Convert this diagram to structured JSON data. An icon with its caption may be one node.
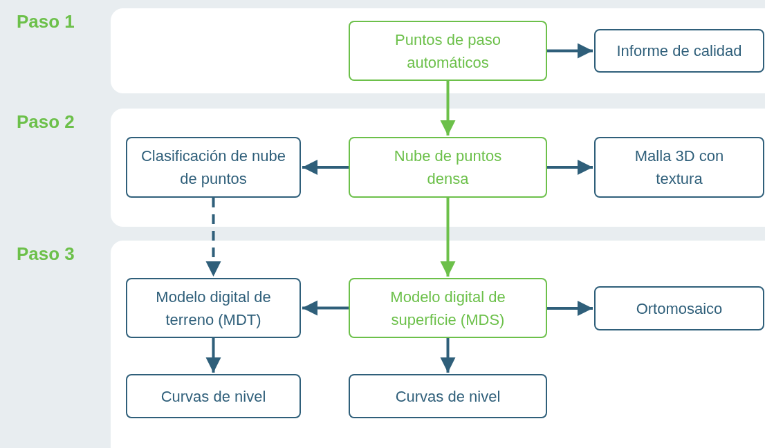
{
  "diagram": {
    "nodes": [
      {
        "text": [
          "Paso 1"
        ]
      },
      {
        "text": [
          "Puntos de paso automáticos"
        ],
        "in": 0
      },
      {
        "text": [
          "Informe de calidad"
        ],
        "in": 0
      },
      {
        "text": [
          "Paso 2"
        ]
      },
      {
        "text": [
          "Clasificación de nube de puntos"
        ],
        "in": 3
      },
      {
        "text": [
          "Nube de puntos densa"
        ],
        "in": 3
      },
      {
        "text": [
          "Malla 3D con textura"
        ],
        "in": 3
      },
      {
        "text": [
          "Paso 3"
        ]
      },
      {
        "text": [
          "Modelo digital de terreno (MDT)"
        ],
        "in": 7
      },
      {
        "text": [
          "Modelo digital de superficie (MDS)"
        ],
        "in": 7
      },
      {
        "text": [
          "Ortomosaico"
        ],
        "in": 7
      },
      {
        "text": [
          "Curvas de nivel"
        ],
        "in": 7
      },
      {
        "text": [
          "Curvas de nivel"
        ],
        "in": 7
      }
    ],
    "edges": [
      {
        "from": 1,
        "to": 2,
        "arrow": "to"
      },
      {
        "from": 1,
        "to": 5,
        "arrow": "to",
        "color": "#6cc04a"
      },
      {
        "from": 5,
        "to": 4,
        "arrow": "to"
      },
      {
        "from": 5,
        "to": 6,
        "arrow": "to"
      },
      {
        "from": 4,
        "to": 8,
        "arrow": "to",
        "style": "dashed"
      },
      {
        "from": 5,
        "to": 9,
        "arrow": "to",
        "color": "#6cc04a"
      },
      {
        "from": 9,
        "to": 8,
        "arrow": "to"
      },
      {
        "from": 9,
        "to": 10,
        "arrow": "to"
      },
      {
        "from": 8,
        "to": 11,
        "arrow": "to"
      },
      {
        "from": 9,
        "to": 12,
        "arrow": "to"
      }
    ]
  }
}
